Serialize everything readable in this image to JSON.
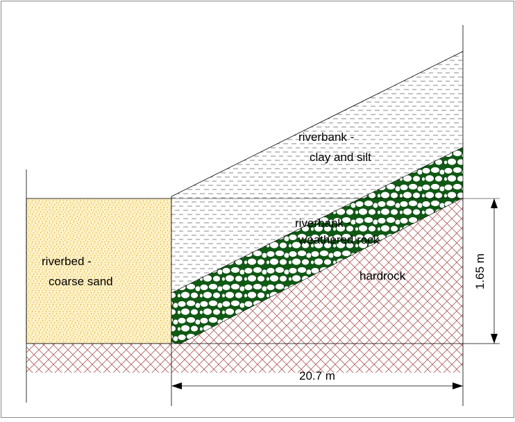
{
  "labels": {
    "riverbed_line1": "riverbed -",
    "riverbed_line2": "coarse sand",
    "clay_line1": "riverbank -",
    "clay_line2": "clay and silt",
    "weathered_line1": "riverbank -",
    "weathered_line2": "weathered rock",
    "hardrock": "hardrock"
  },
  "dimensions": {
    "height": "1.65 m",
    "width": "20.7 m"
  },
  "colors": {
    "sand_fill": "#fff2c8",
    "sand_dots": "#d9a21b",
    "rock_fill": "#0f5a14",
    "rock_stroke": "#0c4d10",
    "hardrock_hatch": "#b05a5a",
    "clay_dash": "#6a6a6a"
  }
}
